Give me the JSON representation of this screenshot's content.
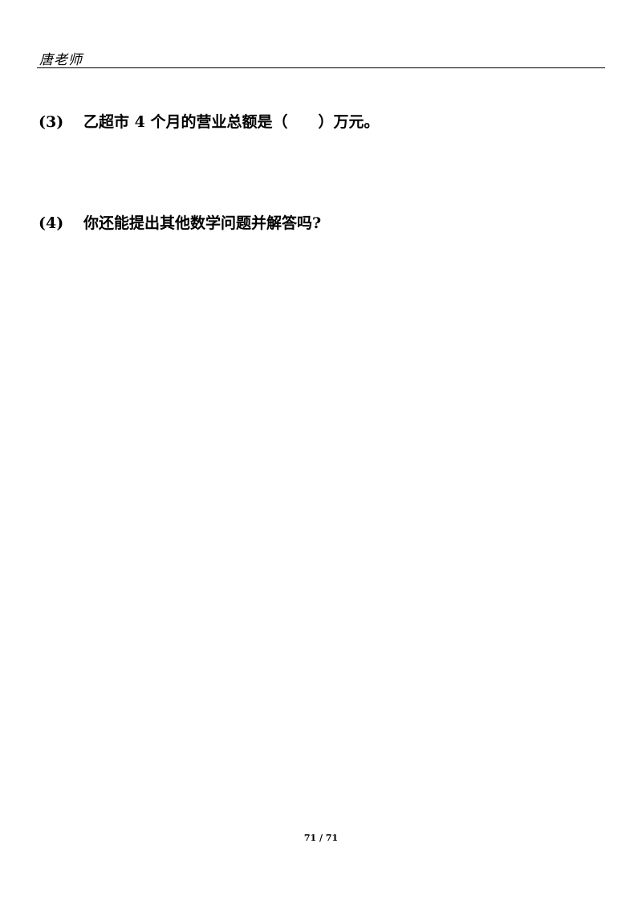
{
  "header": {
    "author": "唐老师"
  },
  "questions": [
    {
      "number": "(3)",
      "text": "乙超市 4 个月的营业总额是（　　）万元。"
    },
    {
      "number": "(4)",
      "text": "你还能提出其他数学问题并解答吗?"
    }
  ],
  "footer": {
    "page_indicator": "71 / 71"
  }
}
